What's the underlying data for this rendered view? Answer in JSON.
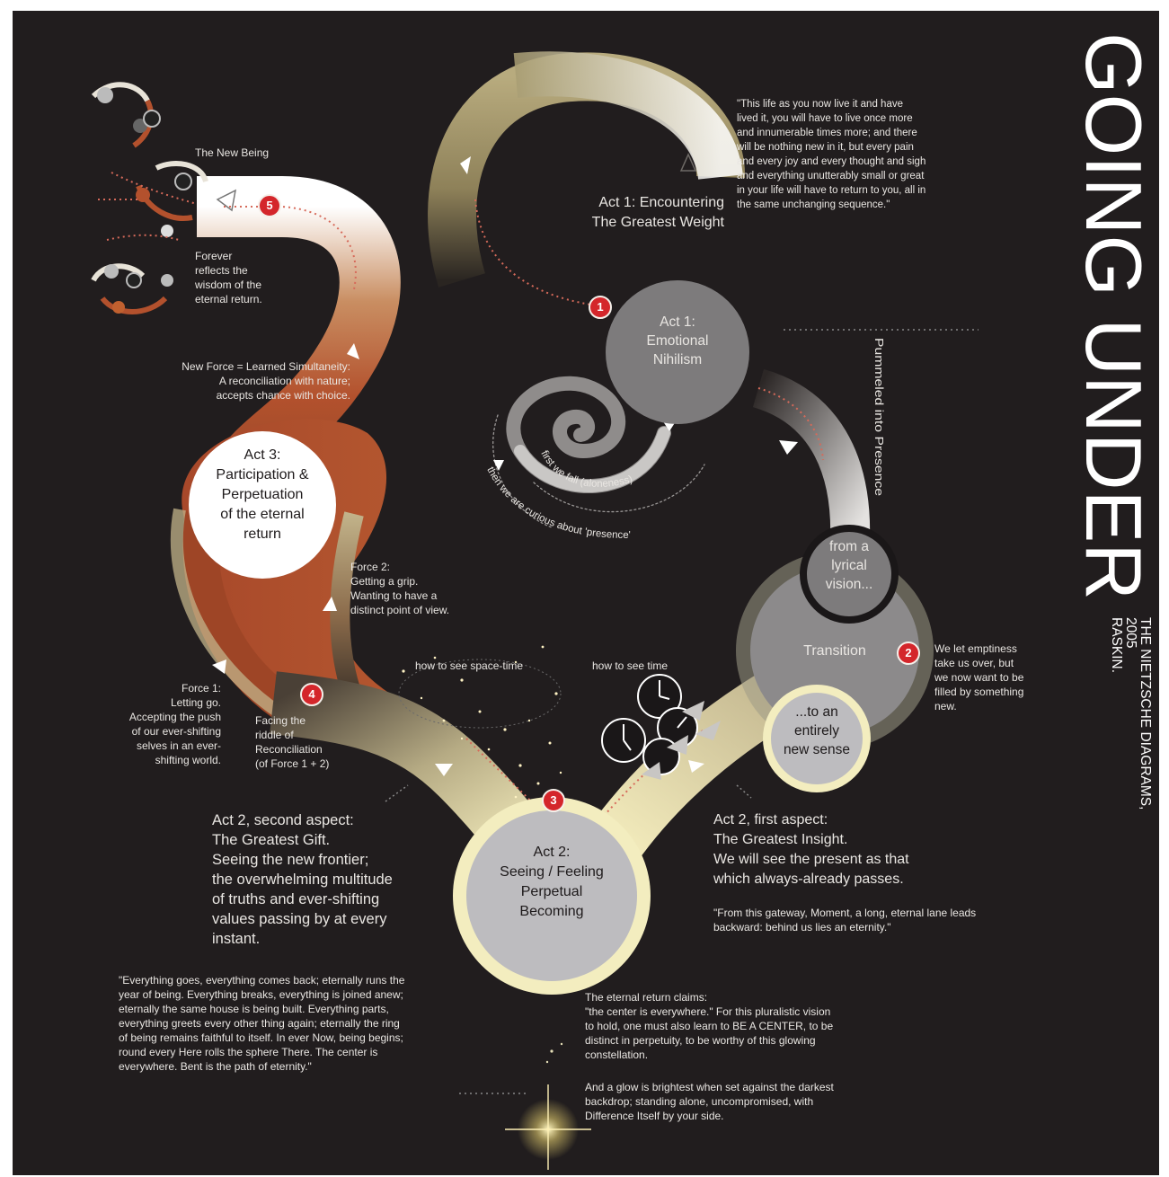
{
  "title": "GOING UNDER",
  "subtitle_lines": [
    "THE NIETZSCHE DIAGRAMS,",
    "2005",
    "RASKIN."
  ],
  "colors": {
    "background": "#211d1e",
    "text": "#e9e6e2",
    "rust": "#b3512d",
    "gold": "#d8cc9a",
    "pale_yellow": "#f3edbf",
    "gray_circle": "#7d7b7c",
    "light_gray": "#bdbcbf",
    "badge_red": "#d4262b"
  },
  "badges": [
    "1",
    "2",
    "3",
    "4",
    "5"
  ],
  "quote_top": "\"This life as you now live it and  have\nlived it, you will have to live once more\nand innumerable times more; and there\nwill be nothing new in it, but every pain\nand every joy and every thought and sigh\nand everything unutterably small or great\nin your life will have to return to you, all in\nthe same unchanging sequence.\"",
  "act1_heading": "Act 1: Encountering\nThe Greatest Weight",
  "act1_circle": "Act 1:\nEmotional\nNihilism",
  "pummeled": "Pummeled into Presence",
  "spiral_inner": "first we fall (aloneness)",
  "spiral_outer": "then we are curious about 'presence'",
  "lyrical": "from a\nlyrical\nvision...",
  "transition": "Transition",
  "new_sense": "...to an\nentirely\nnew sense",
  "emptiness": "We let emptiness\ntake us over, but\nwe now want to be\nfilled by something\nnew.",
  "how_space_time": "how to see space-time",
  "how_time": "how to see time",
  "act2_circle": "Act 2:\nSeeing / Feeling\nPerpetual\nBecoming",
  "act2_first": "Act 2, first aspect:\nThe Greatest Insight.\nWe will see the present as that\nwhich always-already passes.",
  "gateway_quote": "\"From this gateway, Moment, a long, eternal lane leads\nbackward: behind us lies an eternity.\"",
  "act2_second": "Act 2, second aspect:\nThe Greatest Gift.\nSeeing the new frontier;\nthe overwhelming multitude\nof truths and ever-shifting\nvalues passing by at every\ninstant.",
  "quote_bottom_left": "\"Everything goes, everything comes back; eternally runs the\nyear of being. Everything breaks, everything is joined anew;\neternally the same house is being built. Everything parts,\neverything greets every other thing again; eternally the ring\nof being remains faithful to itself. In ever Now, being begins;\nround every Here rolls the sphere There. The center is\neverywhere. Bent is the path of eternity.\"",
  "eternal_claims": "The eternal return claims:\n\"the center is everywhere.\" For this pluralistic vision\nto hold, one must also learn to BE A CENTER, to be\ndistinct in perpetuity, to be worthy of this glowing\nconstellation.",
  "glow": "And a glow is brightest when set against the darkest\nbackdrop; standing alone, uncompromised, with\nDifference Itself by your side.",
  "act3_circle": "Act 3:\nParticipation &\nPerpetuation\nof the eternal\nreturn",
  "new_force": "New Force = Learned Simultaneity:\nA reconciliation with nature;\naccepts chance with choice.",
  "force2": "Force 2:\nGetting a grip.\nWanting to have a\ndistinct point of view.",
  "force1": "Force 1:\nLetting go.\nAccepting the push\nof our ever-shifting\nselves in an ever-\nshifting world.",
  "facing": "Facing the\nriddle of\nReconciliation\n(of Force 1 + 2)",
  "new_being": "The New Being",
  "forever": "Forever\nreflects the\nwisdom of the\neternal return."
}
